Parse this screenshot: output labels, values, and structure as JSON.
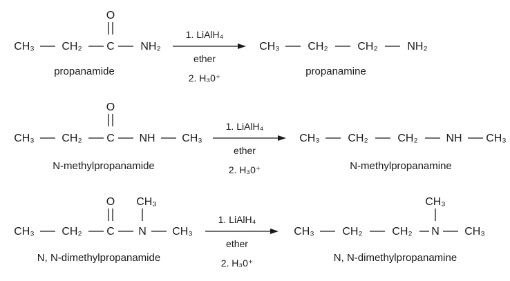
{
  "reactions": [
    {
      "reactant": {
        "o": "O",
        "groups": [
          "CH₃",
          "CH₂",
          "C",
          "NH₂"
        ],
        "name": "propanamide"
      },
      "conditions": {
        "step1": "1. LiAlH₄",
        "solvent": "ether",
        "step2": "2. H₃0⁺"
      },
      "product": {
        "groups": [
          "CH₃",
          "CH₂",
          "CH₂",
          "NH₂"
        ],
        "name": "propanamine"
      }
    },
    {
      "reactant": {
        "o": "O",
        "groups": [
          "CH₃",
          "CH₂",
          "C",
          "NH",
          "CH₃"
        ],
        "name": "N-methylpropanamide"
      },
      "conditions": {
        "step1": "1. LiAlH₄",
        "solvent": "ether",
        "step2": "2. H₃0⁺"
      },
      "product": {
        "groups": [
          "CH₃",
          "CH₂",
          "CH₂",
          "NH",
          "CH₃"
        ],
        "name": "N-methylpropanamine"
      }
    },
    {
      "reactant": {
        "o": "O",
        "n_methyl": "CH₃",
        "groups": [
          "CH₃",
          "CH₂",
          "C",
          "N",
          "CH₃"
        ],
        "name": "N, N-dimethylpropanamide"
      },
      "conditions": {
        "step1": "1. LiAlH₄",
        "solvent": "ether",
        "step2": "2. H₃0⁺"
      },
      "product": {
        "n_methyl": "CH₃",
        "groups": [
          "CH₃",
          "CH₂",
          "CH₂",
          "N",
          "CH₃"
        ],
        "name": "N, N-dimethylpropanamine"
      }
    }
  ]
}
